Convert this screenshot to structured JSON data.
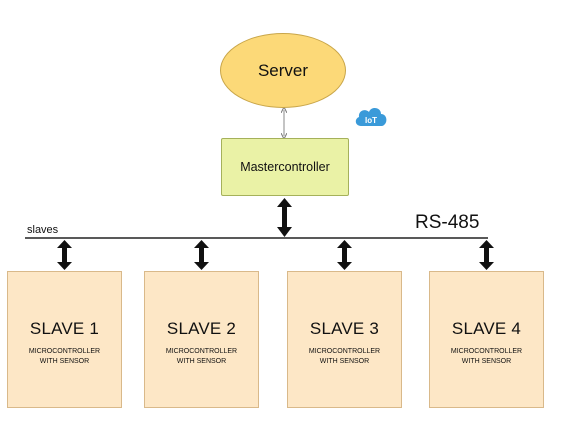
{
  "server": {
    "label": "Server"
  },
  "master": {
    "label": "Mastercontroller"
  },
  "bus": {
    "label": "RS-485",
    "slaves_label": "slaves"
  },
  "iot_badge": {
    "label": "IoT",
    "icon": "cloud-iot-icon"
  },
  "slaves": [
    {
      "title": "SLAVE 1",
      "line1": "MICROCONTROLLER",
      "line2": "WITH SENSOR"
    },
    {
      "title": "SLAVE 2",
      "line1": "MICROCONTROLLER",
      "line2": "WITH SENSOR"
    },
    {
      "title": "SLAVE 3",
      "line1": "MICROCONTROLLER",
      "line2": "WITH SENSOR"
    },
    {
      "title": "SLAVE 4",
      "line1": "MICROCONTROLLER",
      "line2": "WITH SENSOR"
    }
  ],
  "colors": {
    "server_fill": "#fcd978",
    "master_fill": "#eaf2a6",
    "slave_fill": "#fde7c6",
    "iot_cloud": "#3a9ad9"
  }
}
